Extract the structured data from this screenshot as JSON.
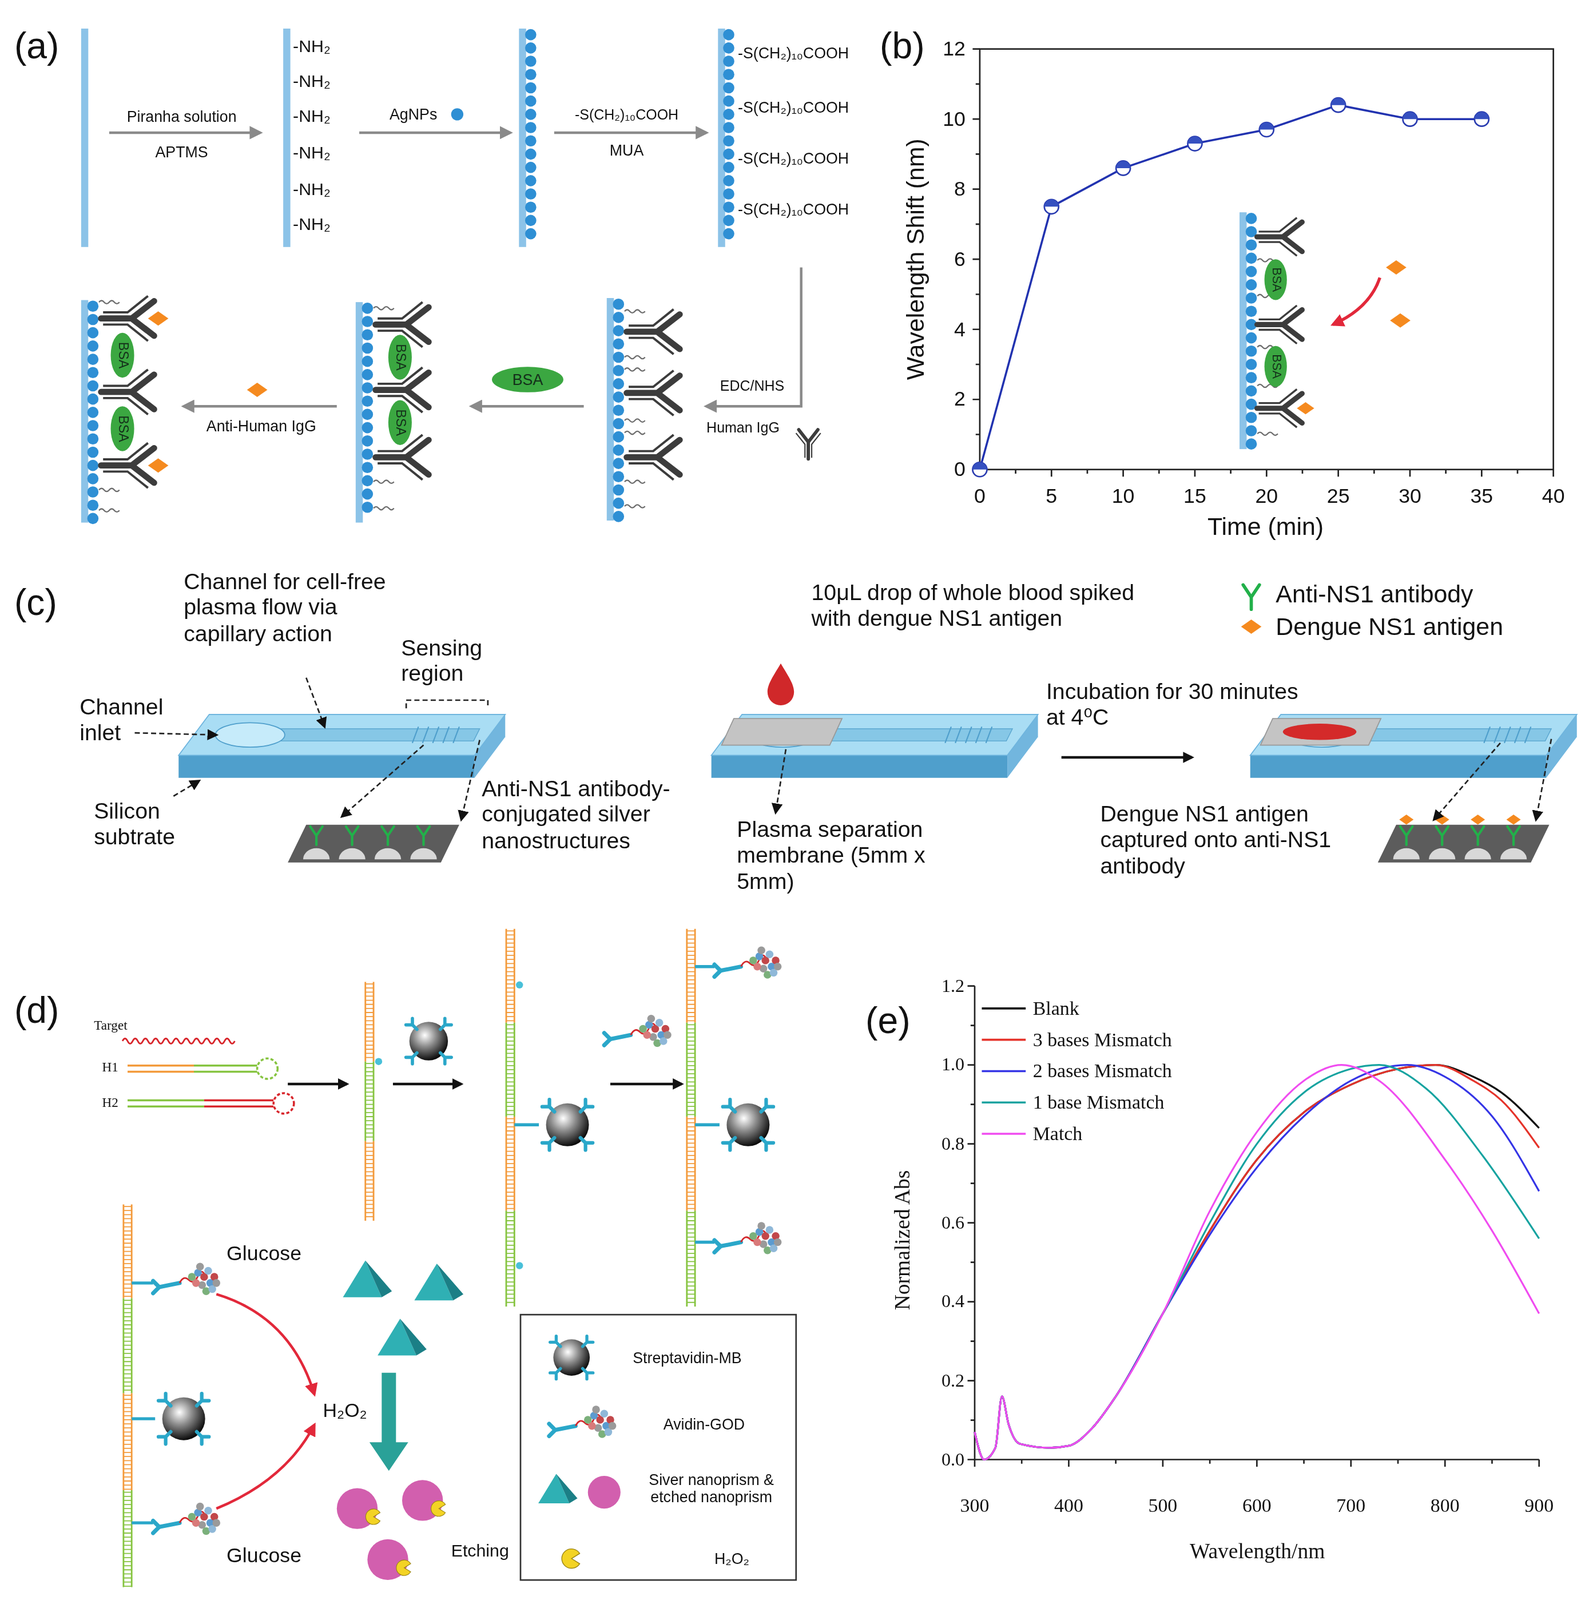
{
  "diagram": {
    "nodes": [
      {
        "text": [
          "BSA"
        ]
      },
      {
        "text": [
          "BSA"
        ]
      },
      {
        "text": [
          "BSA"
        ]
      },
      {
        "text": [
          "BSA"
        ]
      },
      {
        "text": [
          "BSA"
        ]
      },
      {
        "text": [
          "BSA"
        ]
      },
      {
        "text": [
          "BSA"
        ]
      }
    ],
    "labels": [
      "(a)",
      "Piranha solution",
      "APTMS",
      "-NH₂",
      "-NH₂",
      "-NH₂",
      "-NH₂",
      "-NH₂",
      "-NH₂",
      "AgNPs",
      "-S(CH₂)₁₀COOH",
      "MUA",
      "-S(CH₂)₁₀COOH",
      "-S(CH₂)₁₀COOH",
      "-S(CH₂)₁₀COOH",
      "-S(CH₂)₁₀COOH",
      "EDC/NHS",
      "Human IgG",
      "Anti-Human IgG",
      "(b)",
      "0",
      "2",
      "4",
      "6",
      "8",
      "10",
      "12",
      "0",
      "5",
      "10",
      "15",
      "20",
      "25",
      "30",
      "35",
      "40",
      "Wavelength Shift (nm)",
      "Time (min)",
      "(c)",
      "Channel for cell-free plasma flow via capillary action",
      "Sensing region",
      "Channel inlet",
      "Silicon subtrate",
      "Anti-NS1 antibody-conjugated silver nanostructures",
      "10μL drop of whole blood spiked with dengue NS1 antigen",
      "Plasma separation membrane (5mm x 5mm)",
      "Incubation for 30 minutes at 4⁰C",
      "Dengue NS1 antigen captured onto anti-NS1 antibody",
      "(d)",
      "Target",
      "H1",
      "H2",
      "Glucose",
      "Glucose",
      "H₂O₂",
      "Etching",
      "(e)",
      "0.0",
      "0.2",
      "0.4",
      "0.6",
      "0.8",
      "1.0",
      "1.2",
      "300",
      "400",
      "500",
      "600",
      "700",
      "800",
      "900",
      "Normalized Abs",
      "Wavelength/nm"
    ],
    "legend": [
      {
        "text": "Anti-NS1 antibody"
      },
      {
        "text": "Dengue NS1 antigen"
      },
      {
        "text": "Streptavidin-MB"
      },
      {
        "text": "Avidin-GOD"
      },
      {
        "text": "Siver nanoprism & etched nanoprism"
      },
      {
        "text": "H₂O₂"
      },
      {
        "text": "Blank"
      },
      {
        "text": "3 bases Mismatch"
      },
      {
        "text": "2 bases Mismatch"
      },
      {
        "text": "1 base Mismatch"
      },
      {
        "text": "Match"
      }
    ]
  }
}
